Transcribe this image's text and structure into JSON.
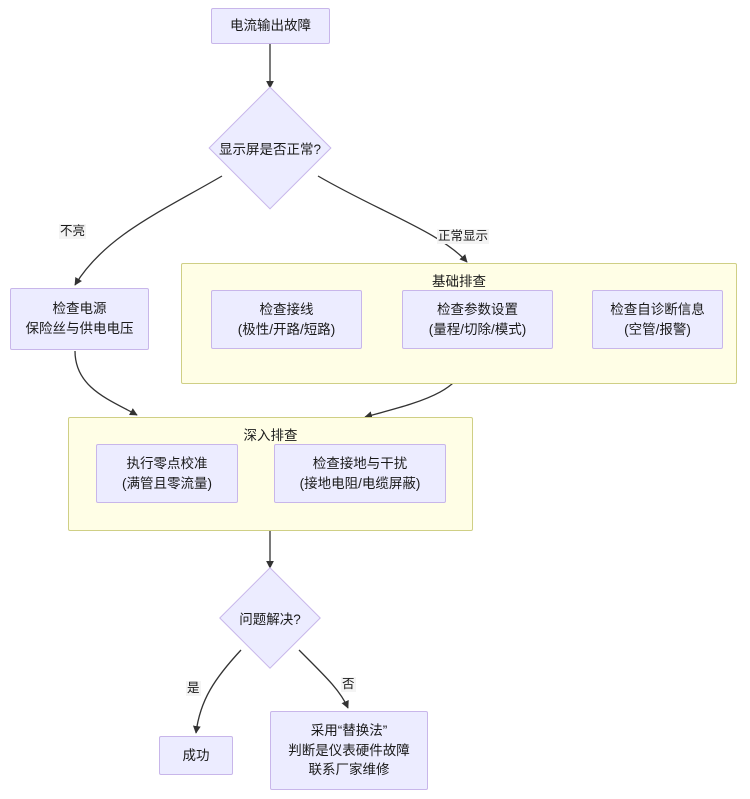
{
  "diagram": {
    "title_node": {
      "text": "电流输出故障"
    },
    "nodes": [
      {
        "id": "start",
        "kind": "process",
        "lines": [
          "电流输出故障"
        ]
      },
      {
        "id": "dec1",
        "kind": "decision",
        "lines": [
          "显示屏是否正常?"
        ]
      },
      {
        "id": "power",
        "kind": "process",
        "lines": [
          "检查电源",
          "保险丝与供电电压"
        ]
      },
      {
        "id": "wiring",
        "kind": "process",
        "lines": [
          "检查接线",
          "(极性/开路/短路)"
        ]
      },
      {
        "id": "params",
        "kind": "process",
        "lines": [
          "检查参数设置",
          "(量程/切除/模式)"
        ]
      },
      {
        "id": "selfdiag",
        "kind": "process",
        "lines": [
          "检查自诊断信息",
          "(空管/报警)"
        ]
      },
      {
        "id": "zerocal",
        "kind": "process",
        "lines": [
          "执行零点校准",
          "(满管且零流量)"
        ]
      },
      {
        "id": "grounding",
        "kind": "process",
        "lines": [
          "检查接地与干扰",
          "(接地电阻/电缆屏蔽)"
        ]
      },
      {
        "id": "dec2",
        "kind": "decision",
        "lines": [
          "问题解决?"
        ]
      },
      {
        "id": "success",
        "kind": "process",
        "lines": [
          "成功"
        ]
      },
      {
        "id": "replace",
        "kind": "process",
        "lines": [
          "采用“替换法”",
          "判断是仪表硬件故障",
          "联系厂家维修"
        ]
      }
    ],
    "clusters": [
      {
        "id": "basic",
        "title": "基础排查"
      },
      {
        "id": "deep",
        "title": "深入排查"
      }
    ],
    "edge_labels": [
      {
        "id": "not-lit",
        "text": "不亮"
      },
      {
        "id": "normal",
        "text": "正常显示"
      },
      {
        "id": "yes",
        "text": "是"
      },
      {
        "id": "no",
        "text": "否"
      }
    ],
    "colors": {
      "node_fill": "#ececff",
      "node_border": "#c8b6ea",
      "cluster_fill": "#fffee6",
      "cluster_border": "#cfcf85",
      "edge_stroke": "#333333",
      "text": "#1a1a1a",
      "background": "#ffffff"
    }
  }
}
